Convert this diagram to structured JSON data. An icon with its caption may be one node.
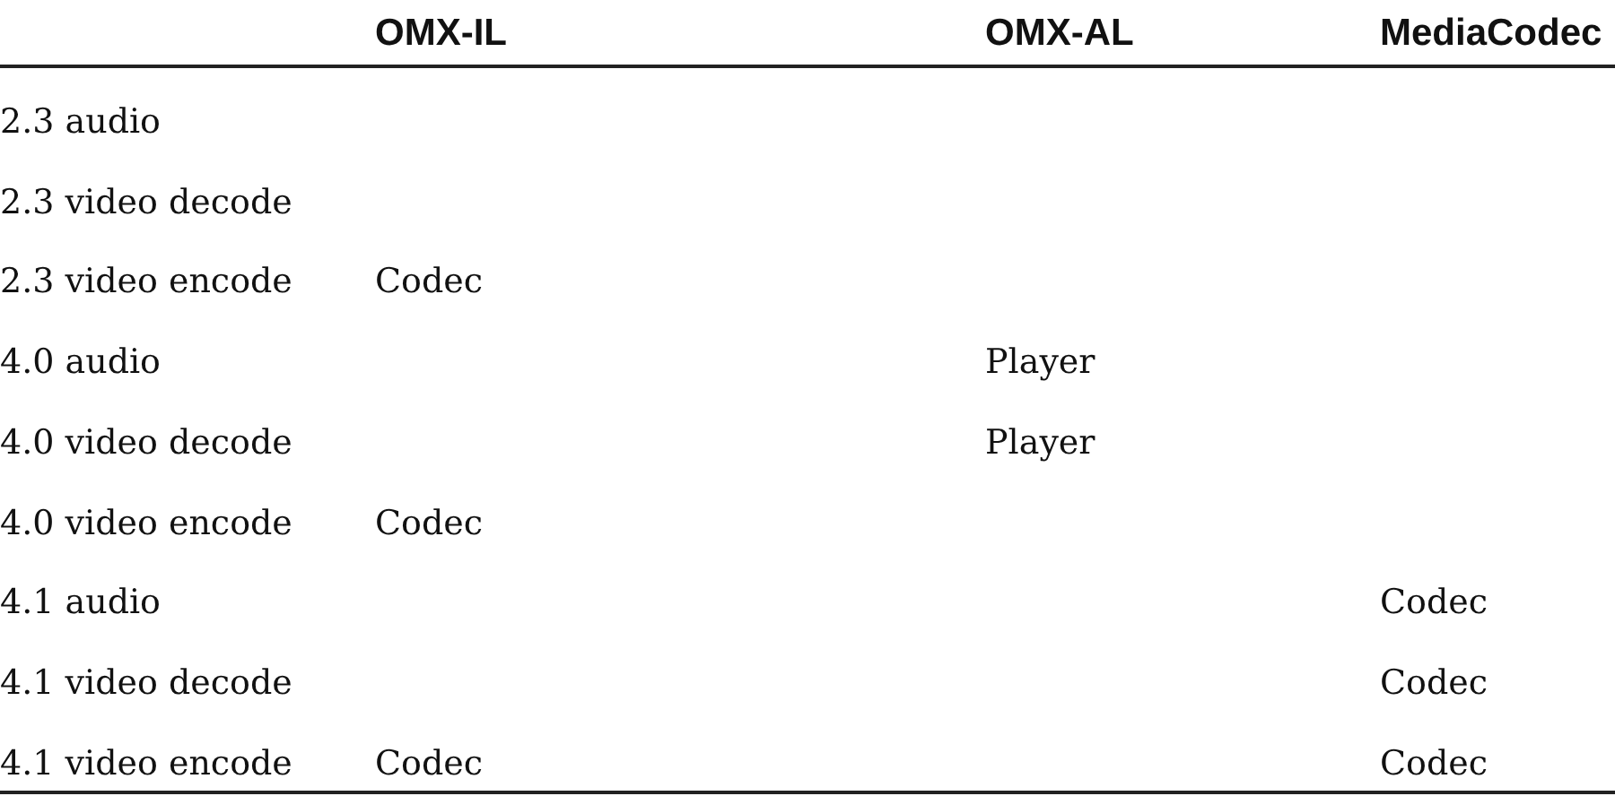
{
  "diagram": {
    "labels": [
      "OMX-IL",
      "OMX-AL",
      "MediaCodec",
      "2.3 audio",
      "2.3 video decode",
      "2.3 video encode",
      "Codec",
      "4.0 audio",
      "Player",
      "4.0 video decode",
      "Player",
      "4.0 video encode",
      "Codec",
      "4.1 audio",
      "Codec",
      "4.1 video decode",
      "Codec",
      "4.1 video encode",
      "Codec",
      "Codec"
    ]
  }
}
